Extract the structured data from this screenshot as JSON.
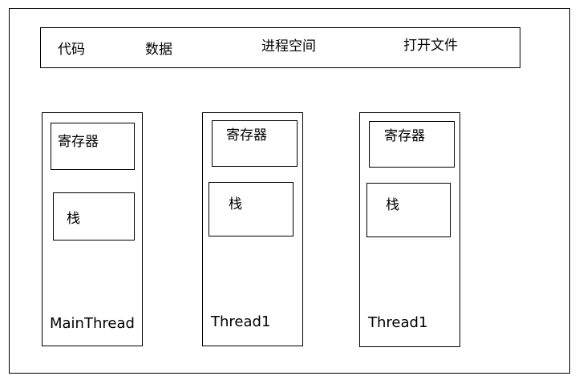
{
  "process_space": {
    "items": [
      "代码",
      "数据",
      "进程空间",
      "打开文件"
    ]
  },
  "threads": [
    {
      "name": "MainThread",
      "registers": "寄存器",
      "stack": "栈"
    },
    {
      "name": "Thread1",
      "registers": "寄存器",
      "stack": "栈"
    },
    {
      "name": "Thread1",
      "registers": "寄存器",
      "stack": "栈"
    }
  ]
}
